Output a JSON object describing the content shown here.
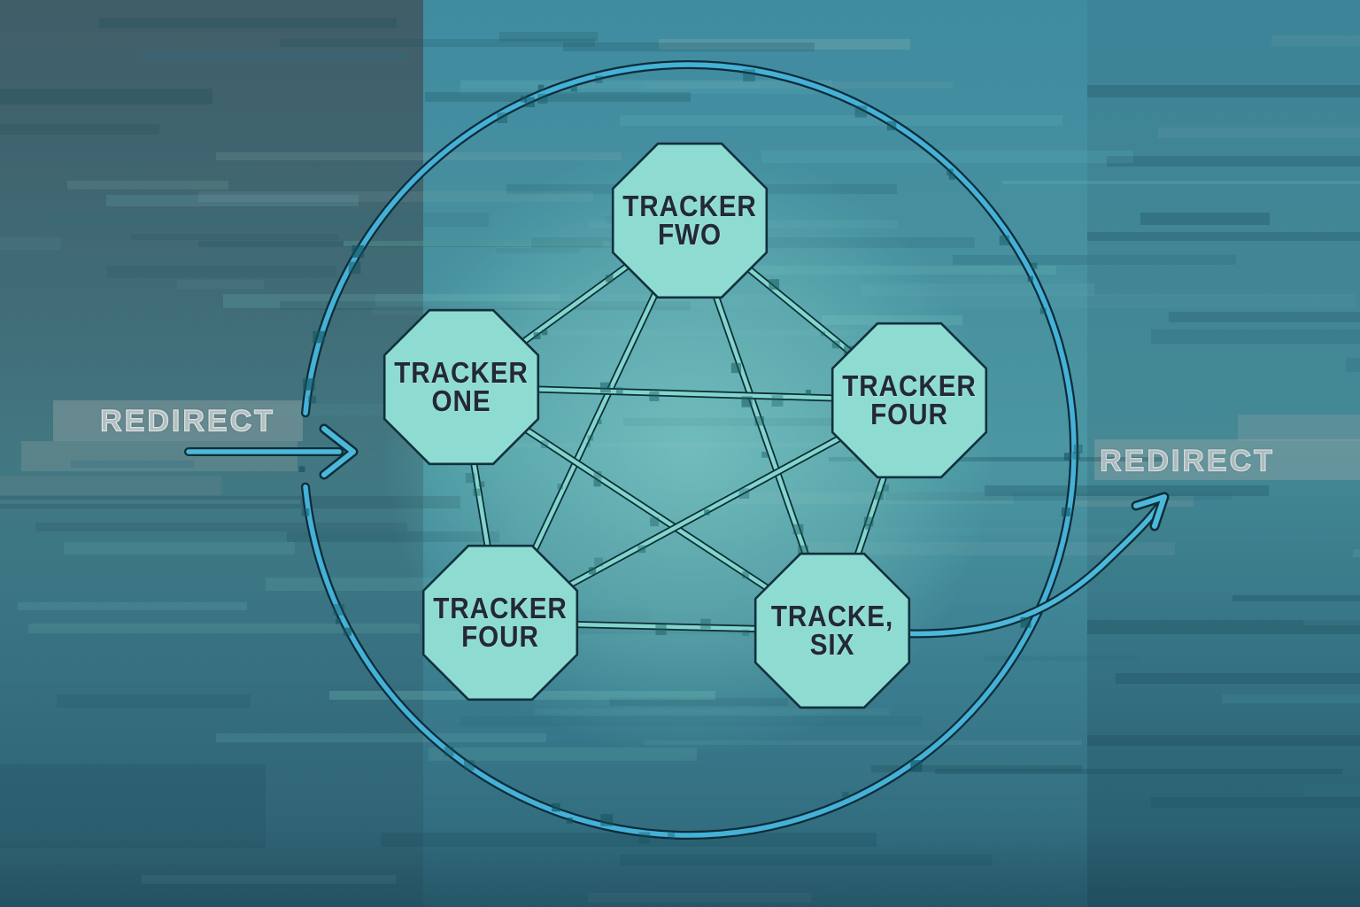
{
  "redirect_in": {
    "label": "REDIRECT"
  },
  "redirect_out": {
    "label": "REDIRECT"
  },
  "diagram": {
    "nodes": [
      {
        "id": "tracker-fwo",
        "line1": "TRACKER",
        "line2": "FWO"
      },
      {
        "id": "tracker-one",
        "line1": "TRACKER",
        "line2": "ONE"
      },
      {
        "id": "tracker-four-right",
        "line1": "TRACKER",
        "line2": "FOUR"
      },
      {
        "id": "tracker-four-bottom",
        "line1": "TRACKER",
        "line2": "FOUR"
      },
      {
        "id": "tracke-six",
        "line1": "TRACKE,",
        "line2": "SIX"
      }
    ],
    "edges": [
      [
        0,
        1
      ],
      [
        0,
        2
      ],
      [
        0,
        3
      ],
      [
        0,
        4
      ],
      [
        1,
        2
      ],
      [
        1,
        3
      ],
      [
        1,
        4
      ],
      [
        2,
        3
      ],
      [
        2,
        4
      ],
      [
        3,
        4
      ]
    ],
    "colors": {
      "node_fill": "#8edbd2",
      "node_stroke": "#12303c",
      "node_text": "#232936",
      "edge_light": "#82d5cb",
      "edge_dark": "#0e2d38",
      "circle_light": "#45b1d6",
      "circle_dark": "#0d2c39",
      "arrow_light": "#4cb8da",
      "arrow_dark": "#0e2d38",
      "redirect_text": "#b3bec0",
      "dither": "#15545f"
    }
  }
}
